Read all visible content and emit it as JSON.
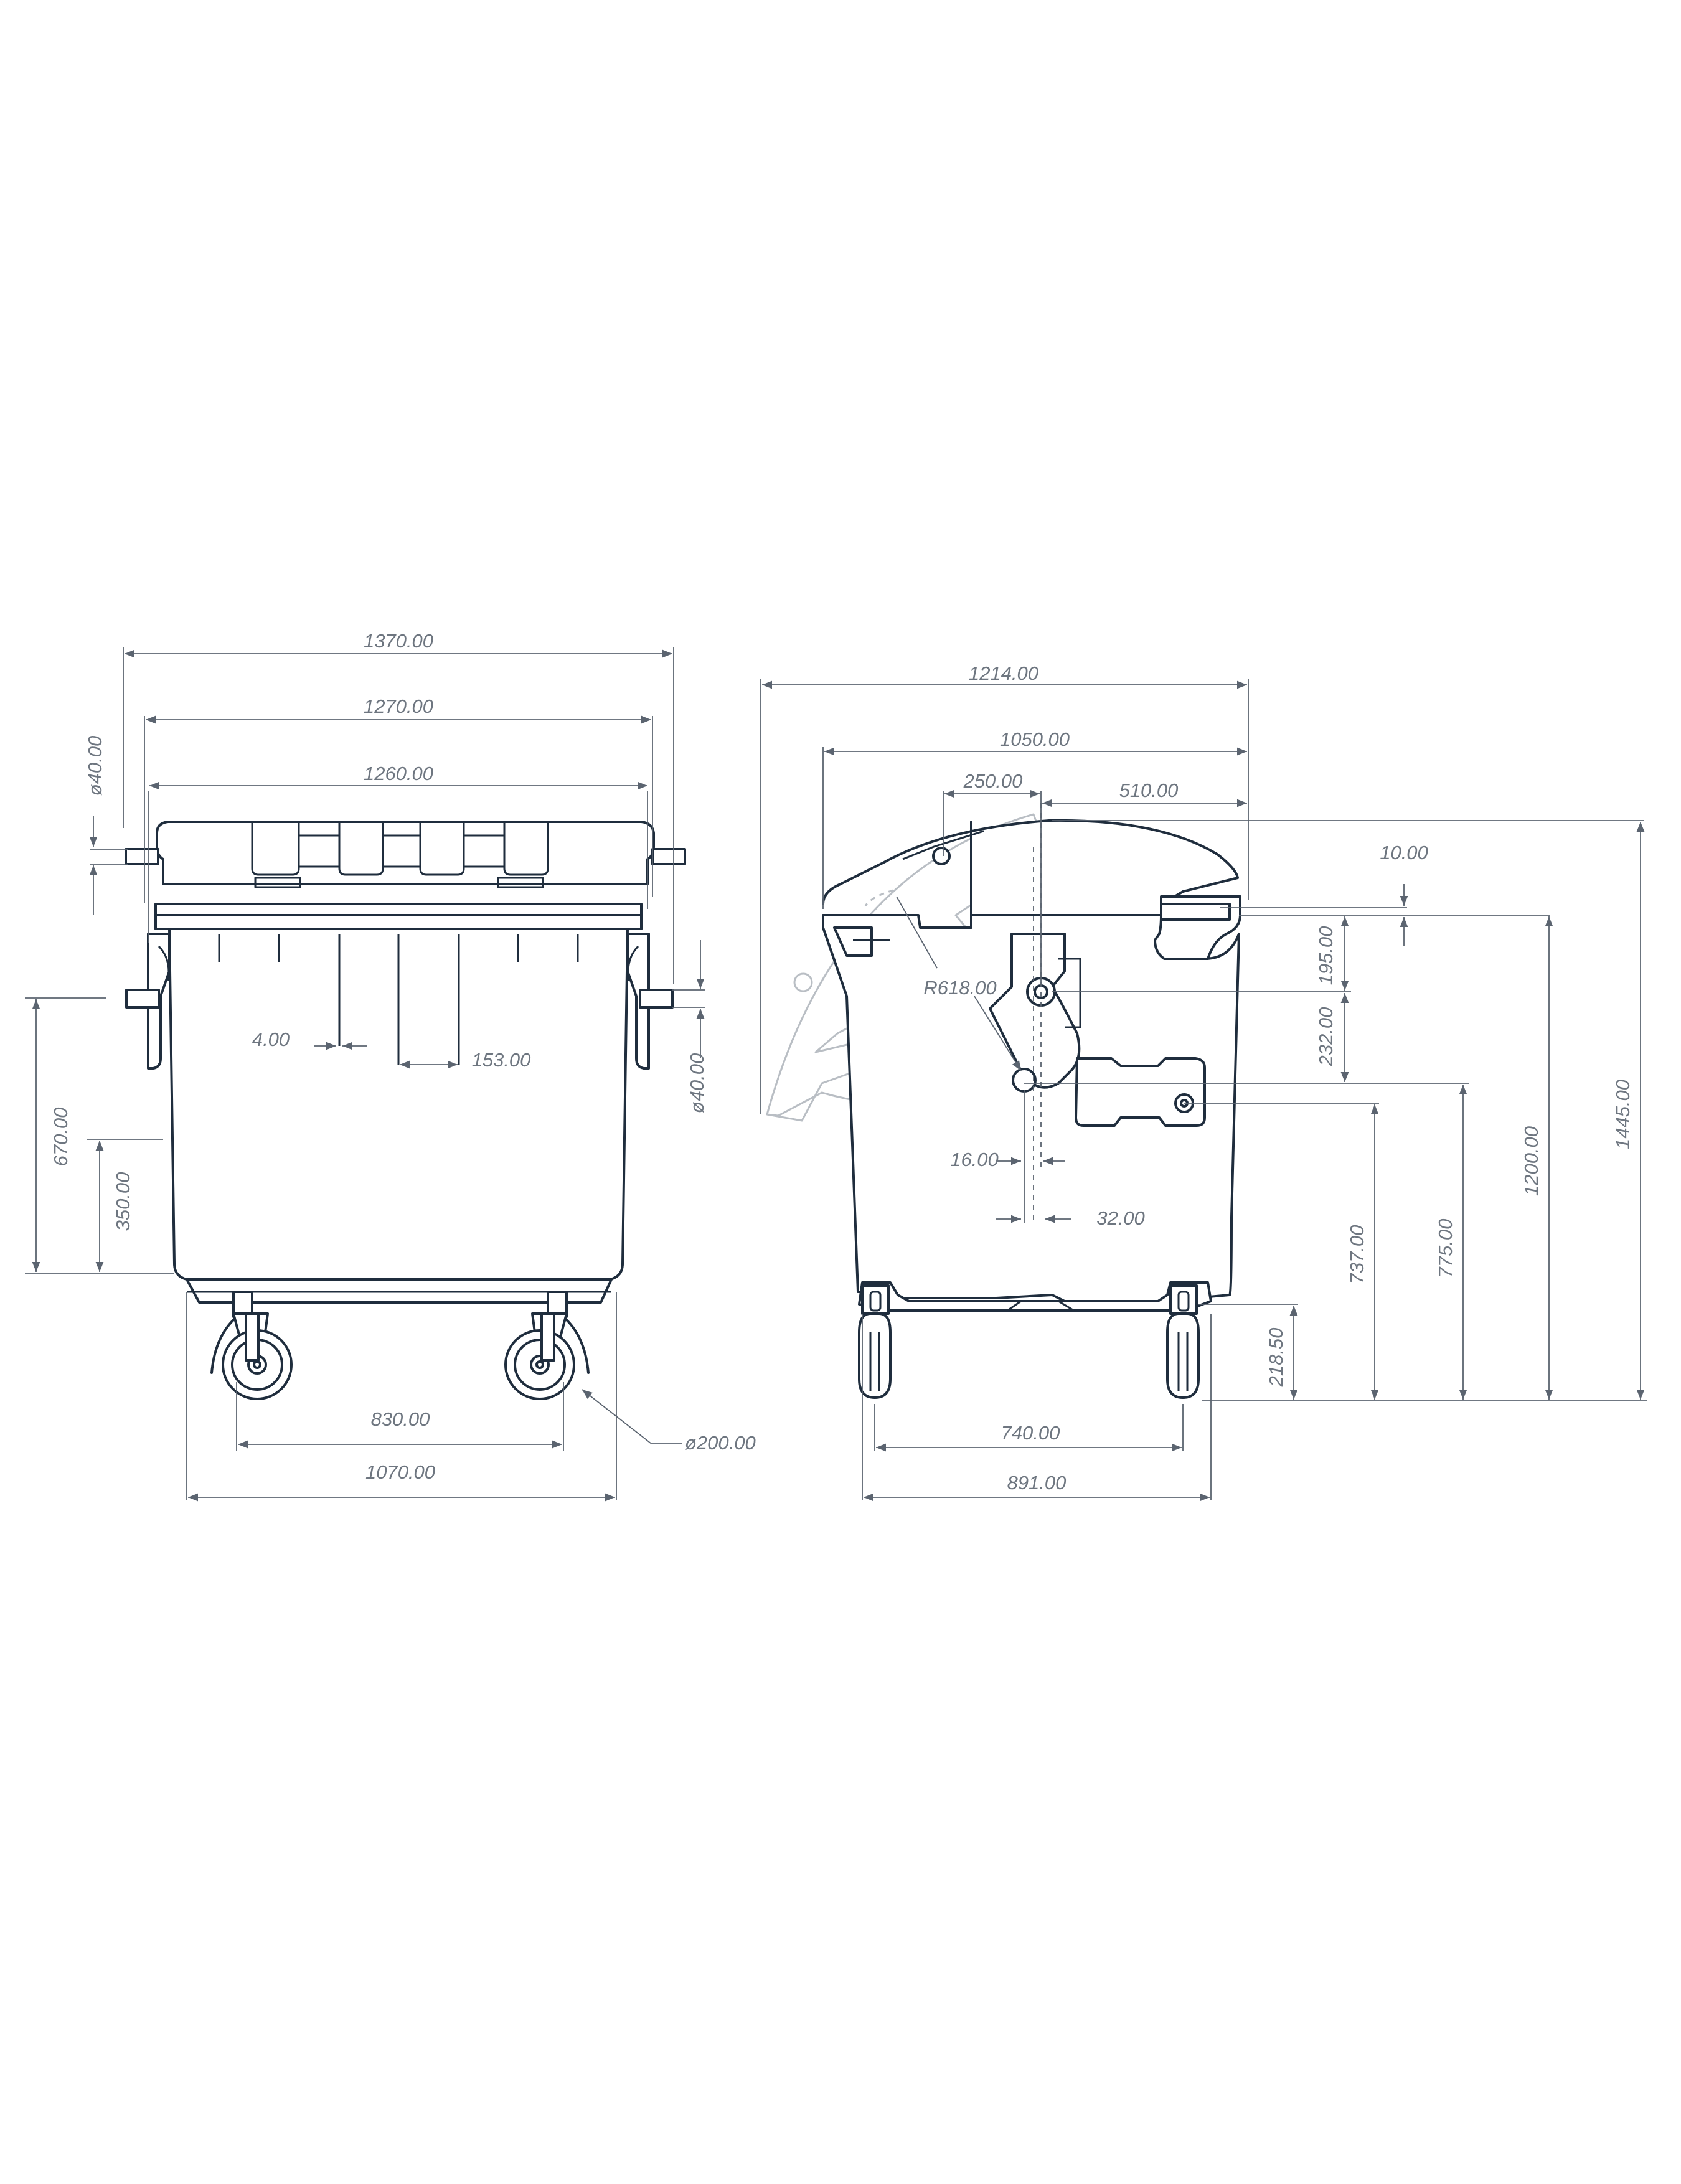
{
  "front_view": {
    "overall_width": "1370.00",
    "lid_width": "1270.00",
    "body_top_width": "1260.00",
    "pin_diameter_top": "ø40.00",
    "pin_diameter_side": "ø40.00",
    "rib_gap": "4.00",
    "rib_spacing": "153.00",
    "pin_height": "670.00",
    "lower_pin_height": "350.00",
    "wheel_spacing": "830.00",
    "base_width": "1070.00",
    "wheel_diameter": "ø200.00"
  },
  "side_view": {
    "overall_depth": "1214.00",
    "body_depth": "1050.00",
    "hinge_offset": "250.00",
    "lid_depth": "510.00",
    "lid_gap": "10.00",
    "lid_radius": "R618.00",
    "hinge_spacing_upper": "195.00",
    "hinge_spacing_lower": "232.00",
    "pin_width": "16.00",
    "pin_offset": "32.00",
    "overall_height": "1445.00",
    "rim_height": "1200.00",
    "trunnion_height": "775.00",
    "lock_height": "737.00",
    "caster_height": "218.50",
    "wheel_spacing": "740.00",
    "base_depth": "891.00"
  },
  "colors": {
    "ink": "#1f2d3d",
    "dimension": "#5b6470",
    "ghost": "#b9bec4",
    "text": "#6e7680"
  }
}
